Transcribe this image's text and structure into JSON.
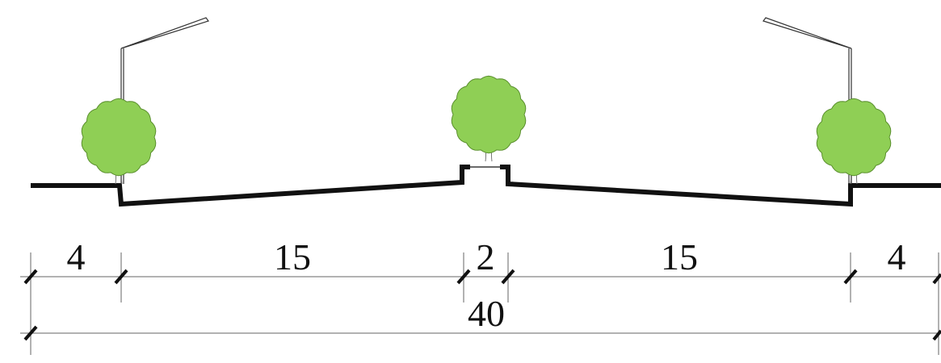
{
  "diagram": {
    "type": "road-cross-section",
    "segments": [
      {
        "id": "left-sidewalk",
        "label": "4"
      },
      {
        "id": "left-carriageway",
        "label": "15"
      },
      {
        "id": "median",
        "label": "2"
      },
      {
        "id": "right-carriageway",
        "label": "15"
      },
      {
        "id": "right-sidewalk",
        "label": "4"
      }
    ],
    "total_label": "40",
    "colors": {
      "line": "#111111",
      "tree_fill": "#8fcf55",
      "tree_stroke": "#5a8f2e",
      "dimension_line": "#666666"
    },
    "icons": [
      "tree-icon",
      "street-lamp-icon"
    ]
  }
}
